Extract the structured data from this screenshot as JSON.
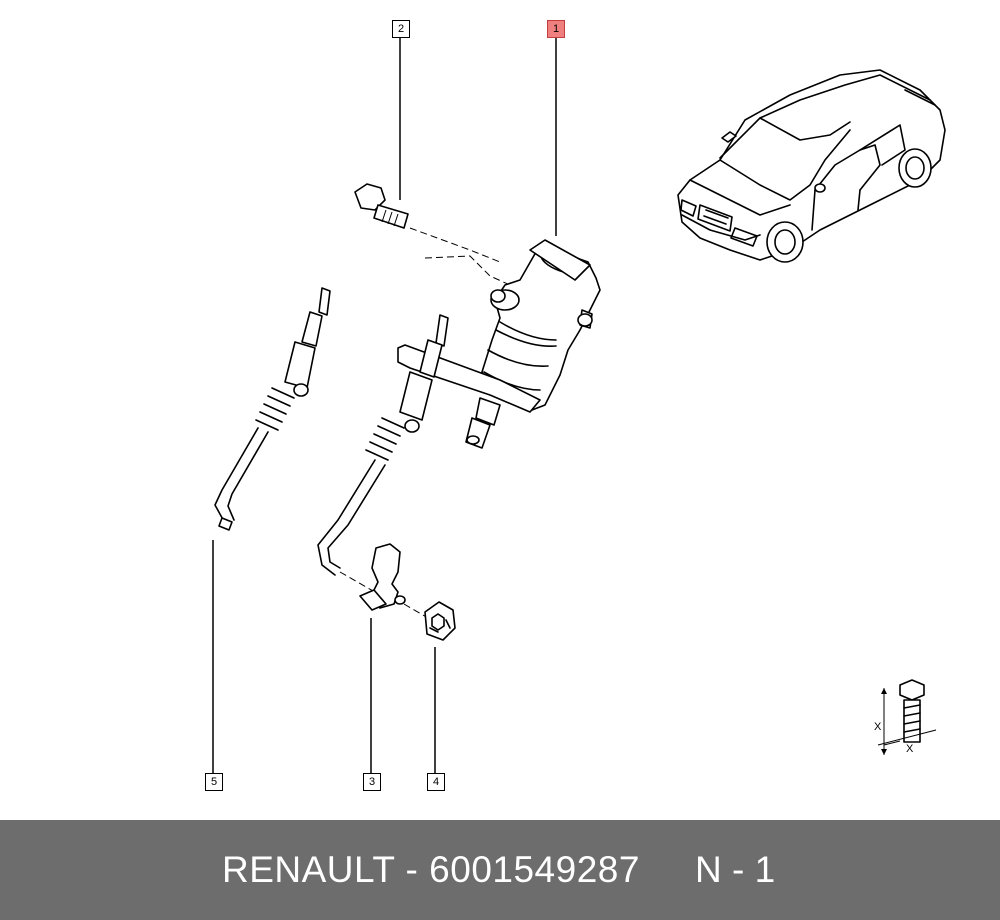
{
  "callouts": [
    {
      "id": "1",
      "label": "1",
      "highlighted": true
    },
    {
      "id": "2",
      "label": "2",
      "highlighted": false
    },
    {
      "id": "3",
      "label": "3",
      "highlighted": false
    },
    {
      "id": "4",
      "label": "4",
      "highlighted": false
    },
    {
      "id": "5",
      "label": "5",
      "highlighted": false
    }
  ],
  "torque_symbol": {
    "label_x1": "X",
    "label_x2": "X"
  },
  "footer": {
    "brand_part": "RENAULT - 6001549287",
    "page": "N - 1"
  },
  "colors": {
    "footer_bg": "#6d6d6d",
    "highlight": "#f08080"
  }
}
